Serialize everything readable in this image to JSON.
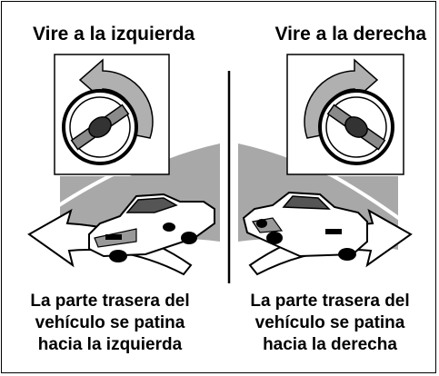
{
  "left": {
    "heading": "Vire a la izquierda",
    "caption": [
      "La parte trasera del",
      "vehículo se patina",
      "hacia la izquierda"
    ]
  },
  "right": {
    "heading": "Vire a la derecha",
    "caption": [
      "La parte trasera del",
      "vehículo se patina",
      "hacia la derecha"
    ]
  },
  "colors": {
    "road": "#a8a8a8",
    "shade": "#c8c8c8",
    "ink": "#000000"
  },
  "icons": [
    "steering-wheel-icon",
    "rotation-arrow-icon",
    "car-icon",
    "skid-arrow-icon"
  ]
}
